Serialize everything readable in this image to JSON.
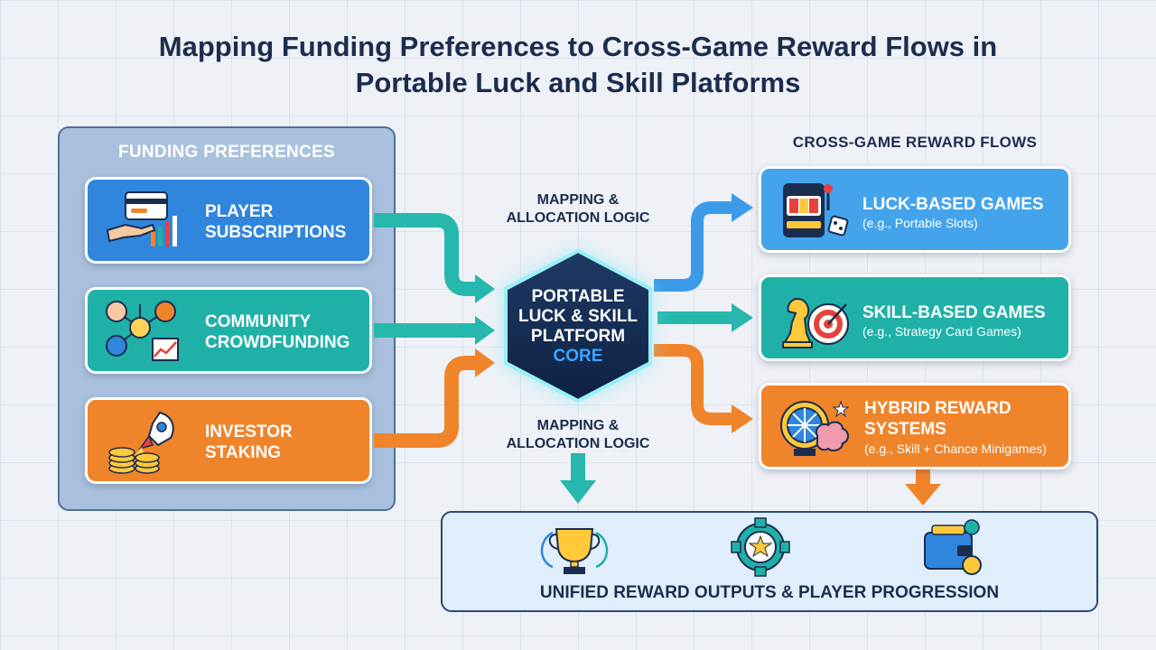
{
  "title": {
    "line1": "Mapping Funding Preferences to Cross-Game Reward Flows in",
    "line2": "Portable Luck and Skill Platforms"
  },
  "funding": {
    "heading": "FUNDING PREFERENCES",
    "items": [
      {
        "label_line1": "PLAYER",
        "label_line2": "SUBSCRIPTIONS",
        "color": "#2f86dc",
        "icon": "payment-card-hand-icon"
      },
      {
        "label_line1": "COMMUNITY",
        "label_line2": "CROWDFUNDING",
        "color": "#1fb1a8",
        "icon": "community-network-icon"
      },
      {
        "label_line1": "INVESTOR",
        "label_line2": "STAKING",
        "color": "#f0842a",
        "icon": "rocket-coins-icon"
      }
    ]
  },
  "core": {
    "logic_top_line1": "MAPPING &",
    "logic_top_line2": "ALLOCATION LOGIC",
    "logic_bottom_line1": "MAPPING &",
    "logic_bottom_line2": "ALLOCATION LOGIC",
    "line1": "PORTABLE",
    "line2": "LUCK & SKILL",
    "line3": "PLATFORM",
    "line4": "CORE"
  },
  "rewards": {
    "heading": "CROSS-GAME REWARD FLOWS",
    "items": [
      {
        "label_line1": "LUCK-BASED GAMES",
        "label_line2": "",
        "sub": "(e.g., Portable Slots)",
        "color": "#43a4ec",
        "icon": "slot-machine-icon"
      },
      {
        "label_line1": "SKILL-BASED GAMES",
        "label_line2": "",
        "sub": "(e.g., Strategy Card Games)",
        "color": "#1fb1a8",
        "icon": "chess-target-icon"
      },
      {
        "label_line1": "HYBRID REWARD",
        "label_line2": "SYSTEMS",
        "sub": "(e.g., Skill + Chance Minigames)",
        "color": "#f0842a",
        "icon": "wheel-brain-icon"
      }
    ]
  },
  "outputs": {
    "label": "UNIFIED REWARD OUTPUTS & PLAYER PROGRESSION",
    "icons": [
      "trophy-icon",
      "star-gear-icon",
      "wallet-icon"
    ]
  }
}
